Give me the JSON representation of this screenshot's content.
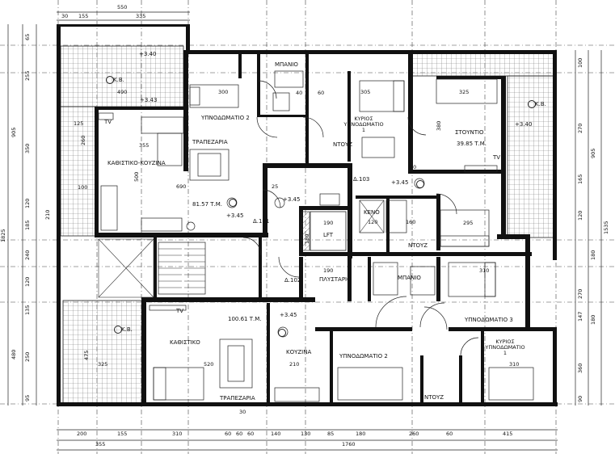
{
  "rooms": {
    "bedroom2_top": "ΥΠΝΟΔΩΜΑΤΙΟ 2",
    "bathroom_top": "ΜΠΑΝΙΟ",
    "master_bedroom1_top": "ΚΥΡΙΟΣ ΥΠΝΟΔΩΜΑΤΙΟ 1",
    "studio": "ΣΤΟΥΝΤΙΟ",
    "studio_area": "39.85 Τ.Μ.",
    "dining_top": "ΤΡΑΠΕΖΑΡΙΑ",
    "living_kitchen": "ΚΑΘΙΣΤΙΚΟ-ΚΟΥΖΙΝΑ",
    "apt1_area": "81.57 Τ.Μ.",
    "wc_top": "ΝΤΟΥΖ",
    "wc_mid": "ΝΤΟΥΖ",
    "wc_bottom": "ΝΤΟΥΖ",
    "lift": "LFT",
    "void": "ΚΕΝΟ",
    "laundry": "ΠΛΥΣΤΑΡΙΟ",
    "bathroom_mid": "ΜΠΑΝΙΟ",
    "bedroom3": "ΥΠΝΟΔΩΜΑΤΙΟ 3",
    "living_bottom": "ΚΑΘΙΣΤΙΚΟ",
    "apt2_area": "100.61 Τ.Μ.",
    "kitchen_bottom": "ΚΟΥΖΙΝΑ",
    "dining_bottom": "ΤΡΑΠΕΖΑΡΙΑ",
    "bedroom2_bottom": "ΥΠΝΟΔΩΜΑΤΙΟ 2",
    "master_bedroom1_bottom": "ΚΥΡΙΟΣ ΥΠΝΟΔΩΜΑΤΙΟ 1",
    "delta101": "Δ.101",
    "delta102": "Δ.102",
    "delta103": "Δ.103",
    "kv": "Κ.Β.",
    "tv": "TV"
  },
  "levels": {
    "l340": "+3.40",
    "l343": "+3.43",
    "l345": "+3.45"
  },
  "dims_top": [
    "550",
    "155",
    "335"
  ],
  "dims_top_small": [
    "30"
  ],
  "dims_bottom": [
    "200",
    "155",
    "310",
    "60",
    "60",
    "60",
    "140",
    "130",
    "85",
    "180",
    "260",
    "60",
    "415"
  ],
  "dims_bottom_total": [
    "355",
    "1760"
  ],
  "dims_left": [
    "65",
    "255",
    "905",
    "350",
    "120",
    "210",
    "185",
    "240",
    "120",
    "135",
    "480",
    "250",
    "95",
    "1825"
  ],
  "dims_right": [
    "100",
    "270",
    "905",
    "165",
    "1535",
    "120",
    "180",
    "270",
    "147",
    "180",
    "360",
    "90"
  ],
  "inner_dims": [
    "490",
    "125",
    "260",
    "355",
    "690",
    "500",
    "100",
    "300",
    "305",
    "325",
    "380",
    "295",
    "190",
    "180",
    "190",
    "120",
    "160",
    "310",
    "520",
    "210",
    "310",
    "475",
    "325",
    "60",
    "40",
    "25",
    "10",
    "30"
  ]
}
